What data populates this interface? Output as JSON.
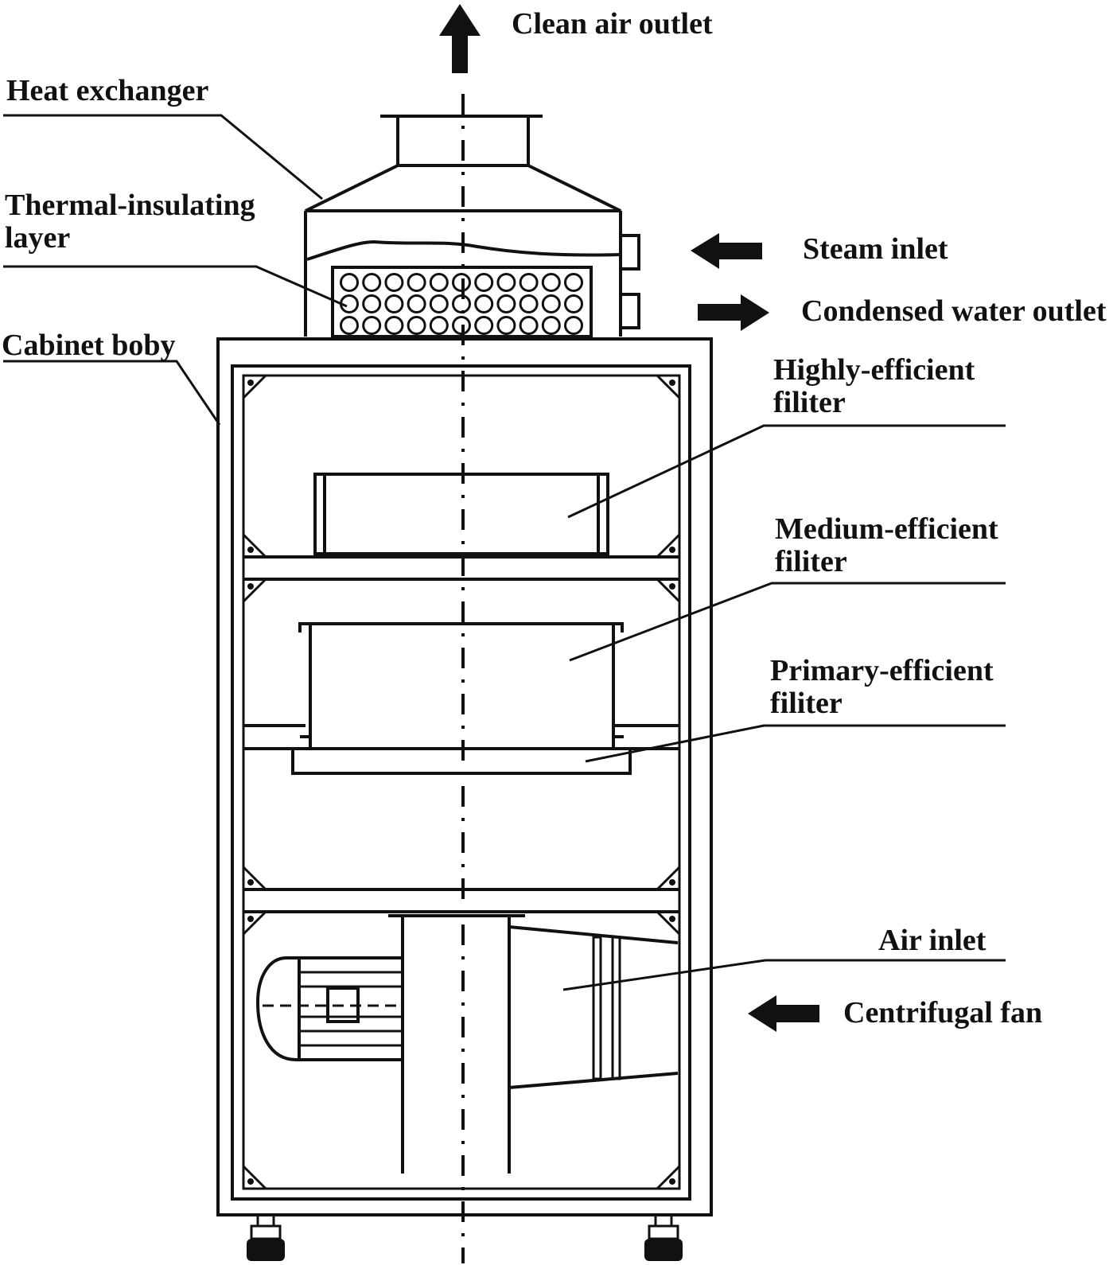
{
  "labels": {
    "clean_air_outlet": "Clean air outlet",
    "heat_exchanger": "Heat exchanger",
    "thermal_insulating_1": "Thermal-insulating",
    "thermal_insulating_2": "layer",
    "steam_inlet": "Steam inlet",
    "condensed_water_outlet": "Condensed water outlet",
    "cabinet_body": "Cabinet boby",
    "highly_efficient_1": "Highly-efficient",
    "highly_efficient_2": "filiter",
    "medium_efficient_1": "Medium-efficient",
    "medium_efficient_2": "filiter",
    "primary_efficient_1": "Primary-efficient",
    "primary_efficient_2": "filiter",
    "air_inlet": "Air inlet",
    "centrifugal_fan": "Centrifugal fan"
  },
  "colors": {
    "ink": "#111111",
    "background": "#ffffff"
  },
  "arrows": {
    "clean_air": "up-arrow",
    "steam": "left-arrow",
    "condensed_water": "right-arrow",
    "air": "left-arrow"
  }
}
